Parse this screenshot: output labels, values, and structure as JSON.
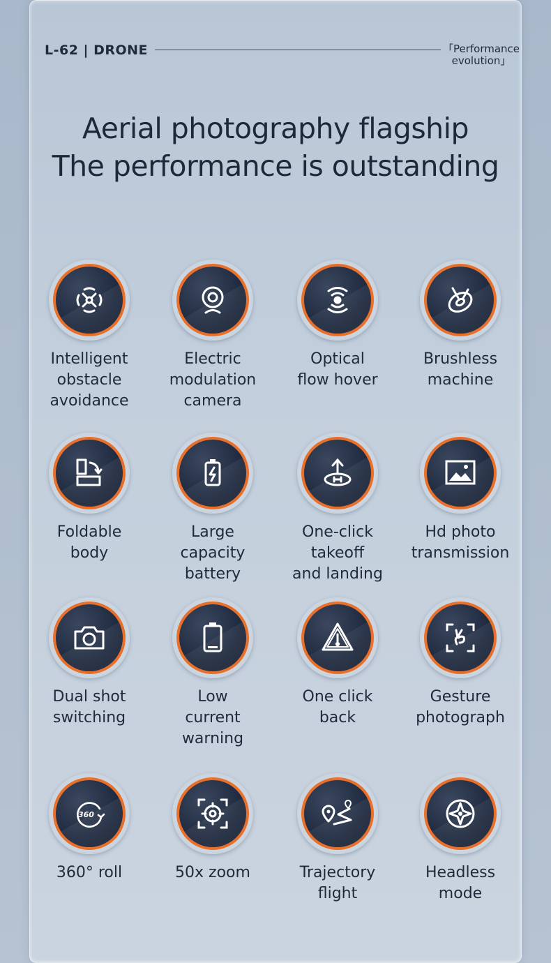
{
  "header": {
    "brand": "L-62 | DRONE",
    "tagline": "「Performance evolution」"
  },
  "headline": {
    "line1": "Aerial photography flagship",
    "line2": "The performance is outstanding"
  },
  "colors": {
    "accent": "#e8702a",
    "badge_bg": "#1f2a3f",
    "text": "#1f2a3a"
  },
  "features": [
    {
      "label": "Intelligent\nobstacle\navoidance",
      "icon": "obstacle-avoidance-icon"
    },
    {
      "label": "Electric\nmodulation\ncamera",
      "icon": "camera-lens-icon"
    },
    {
      "label": "Optical\nflow hover",
      "icon": "optical-flow-icon"
    },
    {
      "label": "Brushless\nmachine",
      "icon": "brushless-motor-icon"
    },
    {
      "label": "Foldable\nbody",
      "icon": "fold-icon"
    },
    {
      "label": "Large\ncapacity\nbattery",
      "icon": "battery-charge-icon"
    },
    {
      "label": "One-click\ntakeoff\nand landing",
      "icon": "takeoff-landing-icon"
    },
    {
      "label": "Hd photo\ntransmission",
      "icon": "image-icon"
    },
    {
      "label": "Dual shot\nswitching",
      "icon": "camera-switch-icon"
    },
    {
      "label": "Low\ncurrent\nwarning",
      "icon": "low-battery-icon"
    },
    {
      "label": "One click\nback",
      "icon": "warning-triangle-icon"
    },
    {
      "label": "Gesture\nphotograph",
      "icon": "gesture-icon"
    },
    {
      "label": "360°  roll",
      "icon": "roll-360-icon"
    },
    {
      "label": "50x zoom",
      "icon": "zoom-target-icon"
    },
    {
      "label": "Trajectory\nflight",
      "icon": "trajectory-icon"
    },
    {
      "label": "Headless\nmode",
      "icon": "headless-compass-icon"
    }
  ]
}
